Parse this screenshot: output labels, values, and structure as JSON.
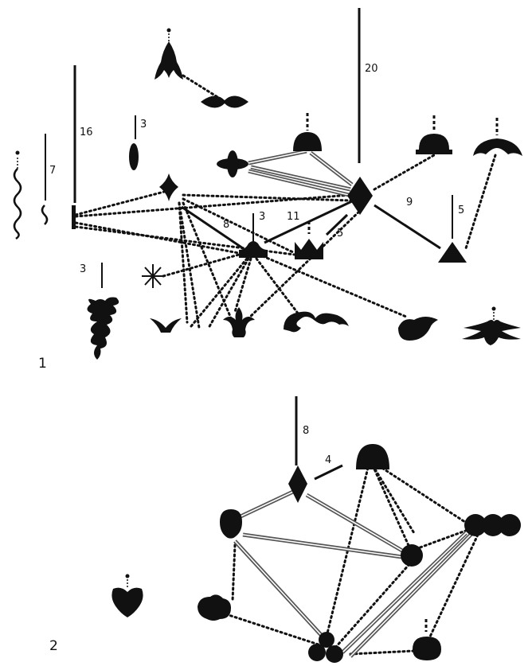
{
  "panels": [
    {
      "label": "1"
    },
    {
      "label": "2"
    }
  ],
  "scale_labels": [
    "16",
    "7",
    "3",
    "20",
    "8",
    "3",
    "11",
    "5",
    "9",
    "5",
    "3",
    "8",
    "4"
  ],
  "colors": {
    "ink": "#111111",
    "paper": "#ffffff"
  }
}
